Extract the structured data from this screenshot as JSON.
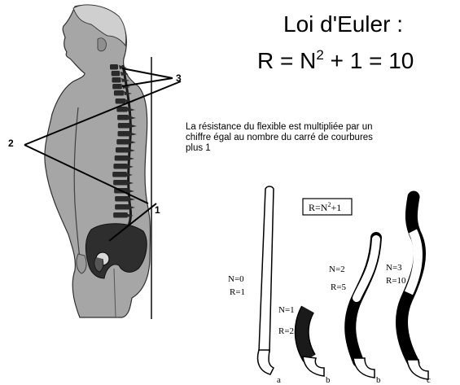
{
  "title": {
    "line1": "Loi d'Euler :",
    "formula_lhs": "R = N",
    "formula_exp": "2",
    "formula_rhs": " + 1 = 10"
  },
  "description": "La résistance du flexible est multipliée par un\nchiffre  égal au nombre du carré  de courbures\nplus 1",
  "callouts": {
    "one": "1",
    "two": "2",
    "three": "3"
  },
  "formula_box": {
    "lhs": "R=N",
    "exp": "2",
    "rhs": "+1"
  },
  "instruments": [
    {
      "letter": "a",
      "n_label": "N=0",
      "r_label": "R=1"
    },
    {
      "letter": "b",
      "n_label": "N=1",
      "r_label": "R=2"
    },
    {
      "letter": "b",
      "n_label": "N=2",
      "r_label": "R=5"
    },
    {
      "letter": "c",
      "n_label": "N=3",
      "r_label": "R=10"
    }
  ],
  "colors": {
    "body": "#a6a6a6",
    "vertebra": "#2a2a2a",
    "pelvis": "#2e2e2e",
    "ink": "#000000"
  }
}
